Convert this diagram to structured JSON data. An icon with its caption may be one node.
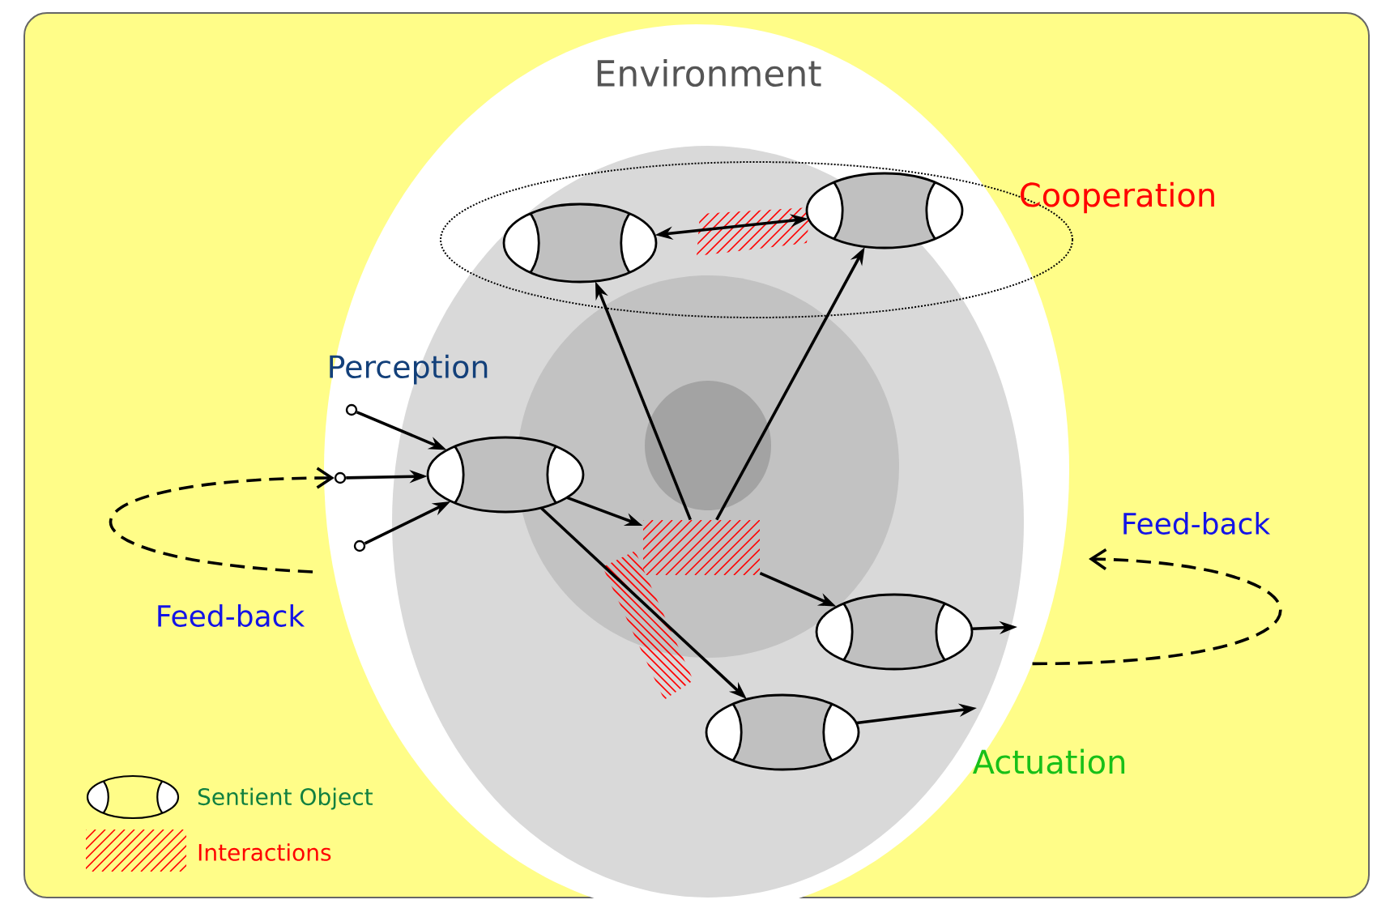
{
  "diagram": {
    "nodes": [
      {
        "text": [
          "Environment"
        ]
      },
      {
        "text": [
          "Cooperation"
        ],
        "in": 0
      },
      {
        "text": [],
        "shape": "ellipse",
        "in": 1
      },
      {
        "text": [],
        "shape": "ellipse",
        "in": 1
      },
      {
        "text": [],
        "shape": "ellipse",
        "in": 0
      },
      {
        "text": [],
        "shape": "ellipse",
        "in": 0
      },
      {
        "text": [],
        "shape": "ellipse",
        "in": 0
      },
      {
        "text": [],
        "shape": "circle",
        "in": 0
      },
      {
        "text": [],
        "shape": "circle",
        "in": 0
      },
      {
        "text": [],
        "shape": "circle",
        "in": 0
      },
      {
        "text": [],
        "shape": "hatch",
        "in": 0
      }
    ],
    "edges": [
      {
        "from": 4,
        "to": 10,
        "arrow": "to"
      },
      {
        "from": 10,
        "to": 2,
        "arrow": "to"
      },
      {
        "from": 10,
        "to": 3,
        "arrow": "to"
      },
      {
        "from": 10,
        "to": 5,
        "arrow": "to"
      },
      {
        "from": 4,
        "to": 6,
        "arrow": "to"
      },
      {
        "from": 2,
        "to": 3,
        "arrow": "both"
      },
      {
        "from": 7,
        "to": 4,
        "arrow": "to"
      },
      {
        "from": 8,
        "to": 4,
        "arrow": "to"
      },
      {
        "from": 9,
        "to": 4,
        "arrow": "to"
      },
      {
        "from": 5,
        "to": null,
        "arrow": "to"
      },
      {
        "from": 6,
        "to": null,
        "arrow": "to"
      },
      {
        "from": null,
        "to": 8,
        "arrow": "to",
        "style": "dashed"
      },
      {
        "from": 0,
        "to": null,
        "arrow": "to",
        "style": "dashed"
      }
    ],
    "labels": [
      "Perception",
      "Feed-back",
      "Feed-back",
      "Actuation"
    ],
    "legend": [
      {
        "text": "Sentient Object"
      },
      {
        "text": "Interactions"
      }
    ]
  }
}
